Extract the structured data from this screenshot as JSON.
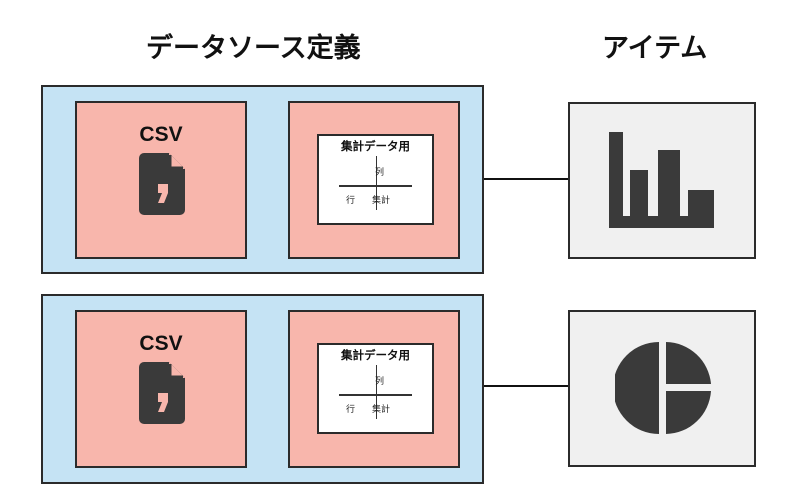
{
  "headings": {
    "datasource": "データソース定義",
    "items": "アイテム"
  },
  "rows": [
    {
      "source_label": "CSV",
      "source_icon": "csv-file-icon",
      "card": {
        "title": "集計データ用",
        "col": "列",
        "row": "行",
        "cell": "集計"
      },
      "item_icon": "bar-chart-icon"
    },
    {
      "source_label": "CSV",
      "source_icon": "csv-file-icon",
      "card": {
        "title": "集計データ用",
        "col": "列",
        "row": "行",
        "cell": "集計"
      },
      "item_icon": "pie-chart-icon"
    }
  ],
  "colors": {
    "group_bg": "#c5e3f4",
    "source_bg": "#f8b6ac",
    "item_bg": "#f0f0f0",
    "icon": "#3a3a3a",
    "border": "#2b2b2b"
  }
}
